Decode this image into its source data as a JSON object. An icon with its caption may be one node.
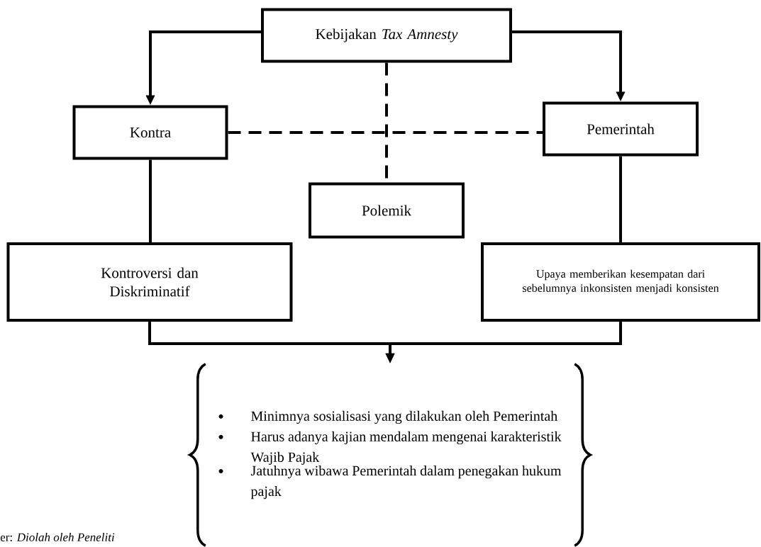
{
  "diagram": {
    "nodes": [
      {
        "text": [
          "Kebijakan *Tax Amnesty*"
        ]
      },
      {
        "text": [
          "Kontra"
        ]
      },
      {
        "text": [
          "Pemerintah"
        ]
      },
      {
        "text": [
          "Polemik"
        ]
      },
      {
        "text": [
          "Kontroversi dan Diskriminatif"
        ]
      },
      {
        "text": [
          "Upaya memberikan kesempatan dari sebelumnya inkonsisten menjadi konsisten"
        ]
      },
      {
        "text": [
          "Minimnya sosialisasi yang dilakukan oleh Pemerintah",
          "Harus adanya kajian mendalam mengenai karakteristik Wajib Pajak",
          "Jatuhnya wibawa Pemerintah dalam penegakan hukum pajak"
        ]
      }
    ],
    "edges": [
      {
        "from": 0,
        "to": 1,
        "arrow": "to"
      },
      {
        "from": 0,
        "to": 2,
        "arrow": "to"
      },
      {
        "from": 0,
        "to": 3,
        "arrow": "none",
        "style": "dashed"
      },
      {
        "from": 1,
        "to": 2,
        "arrow": "none",
        "style": "dashed"
      },
      {
        "from": 1,
        "to": 4,
        "arrow": "none"
      },
      {
        "from": 2,
        "to": 5,
        "arrow": "none"
      },
      {
        "from": 4,
        "to": 6,
        "arrow": "to"
      },
      {
        "from": 5,
        "to": 6,
        "arrow": "to"
      }
    ],
    "labels": [
      "er: *Diolah oleh Peneliti*"
    ]
  }
}
